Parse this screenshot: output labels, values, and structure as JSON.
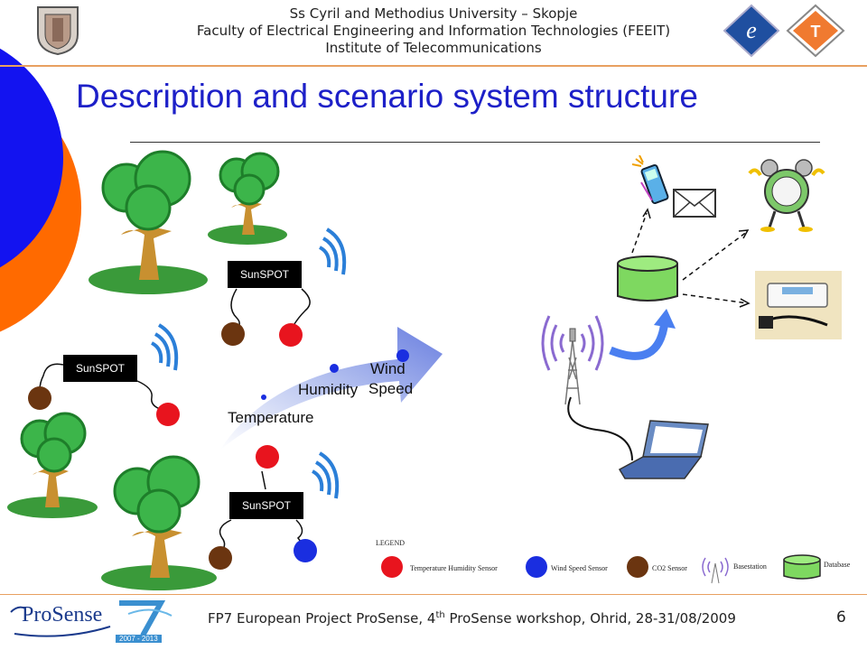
{
  "header": {
    "university": "Ss Cyril and Methodius University – Skopje",
    "faculty": "Faculty of Electrical Engineering and Information Technologies (FEEIT)",
    "institute": "Institute of Telecommunications",
    "logo_t_letter": "T"
  },
  "slide": {
    "title": "Description and scenario system structure"
  },
  "diagram": {
    "sunspot_labels": [
      "SunSPOT",
      "SunSPOT",
      "SunSPOT"
    ],
    "arrow_labels": {
      "temperature": "Temperature",
      "humidity": "Humidity",
      "wind": "Wind",
      "speed": "Speed"
    }
  },
  "legend": {
    "title": "LEGEND",
    "items": [
      {
        "label": "Temperature Humidity Sensor",
        "color": "#e8141e"
      },
      {
        "label": "Wind Speed Sensor",
        "color": "#1a2ee0"
      },
      {
        "label": "CO2 Sensor",
        "color": "#6b3510"
      },
      {
        "label": "Basestation",
        "icon": "antenna-icon"
      },
      {
        "label": "Database",
        "icon": "database-icon"
      }
    ]
  },
  "footer": {
    "logo_text": "ProSense",
    "fp7_years": "2007 - 2013",
    "text_prefix": "FP7 European Project ProSense, 4",
    "text_sup": "th",
    "text_suffix": " ProSense workshop, Ohrid, 28-31/08/2009",
    "page_number": "6"
  },
  "colors": {
    "title_blue": "#1d20c8",
    "circle_blue": "#1313f0",
    "circle_orange": "#ff6a00",
    "header_line": "#e8a060",
    "tree_green": "#3cb54a",
    "sensor_red": "#e8141e",
    "sensor_blue": "#1a2ee0",
    "sensor_brown": "#6b3510"
  }
}
